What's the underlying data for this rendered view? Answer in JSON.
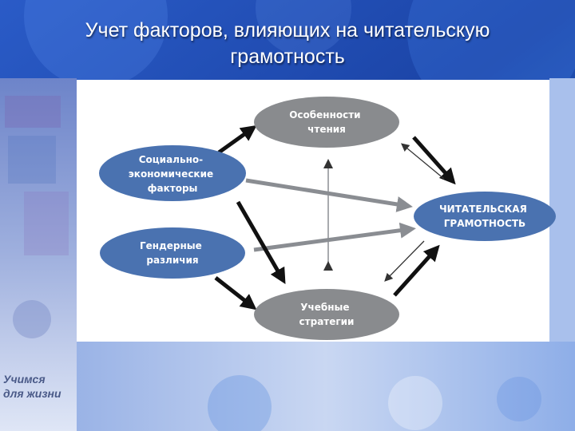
{
  "slide": {
    "title_line1": "Учет факторов, влияющих на читательскую",
    "title_line2": "грамотность",
    "slogan_line1": "Учимся",
    "slogan_line2": "для жизни"
  },
  "diagram": {
    "nodes": {
      "reading": {
        "lines": [
          "Особенности",
          "чтения"
        ],
        "fill": "#898b8e",
        "text_color": "#ffffff"
      },
      "socio": {
        "lines": [
          "Социально-",
          "экономические",
          "факторы"
        ],
        "fill": "#4a72b0",
        "text_color": "#ffffff"
      },
      "gender": {
        "lines": [
          "Гендерные",
          "различия"
        ],
        "fill": "#4a72b0",
        "text_color": "#ffffff"
      },
      "literacy": {
        "lines": [
          "ЧИТАТЕЛЬСКАЯ",
          "ГРАМОТНОСТЬ"
        ],
        "fill": "#4a72b0",
        "text_color": "#ffffff"
      },
      "strategies": {
        "lines": [
          "Учебные",
          "стратегии"
        ],
        "fill": "#898b8e",
        "text_color": "#ffffff"
      }
    },
    "colors": {
      "black_arrow": "#111111",
      "gray_arrow": "#8a8d92",
      "thin_arrow": "#333333"
    }
  }
}
